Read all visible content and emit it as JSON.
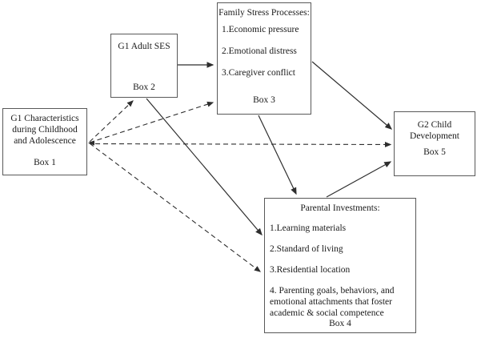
{
  "figure": {
    "background_color": "#ffffff",
    "text_color": "#1a1a1a",
    "box_border_color": "#595959",
    "arrow_color": "#2e2e2e"
  },
  "boxes": {
    "box1": {
      "title": "G1 Characteristics during Childhood and Adolescence",
      "label": "Box 1"
    },
    "box2": {
      "title": "G1 Adult SES",
      "label": "Box 2"
    },
    "box3": {
      "heading": "Family Stress Processes:",
      "items": [
        "1.Economic pressure",
        "2.Emotional distress",
        "3.Caregiver conflict"
      ],
      "label": "Box 3"
    },
    "box4": {
      "heading": "Parental Investments:",
      "items": [
        "1.Learning materials",
        "2.Standard of living",
        "3.Residential location",
        "4. Parenting goals, behaviors, and emotional attachments that foster academic & social competence"
      ],
      "label": "Box 4"
    },
    "box5": {
      "title": "G2 Child Development",
      "label": "Box 5"
    }
  },
  "edges": [
    {
      "from": "Box 2",
      "to": "Box 3",
      "style": "solid"
    },
    {
      "from": "Box 2",
      "to": "Box 4",
      "style": "solid"
    },
    {
      "from": "Box 3",
      "to": "Box 4",
      "style": "solid"
    },
    {
      "from": "Box 3",
      "to": "Box 5",
      "style": "solid"
    },
    {
      "from": "Box 4",
      "to": "Box 5",
      "style": "solid"
    },
    {
      "from": "Box 1",
      "to": "Box 2",
      "style": "dashed"
    },
    {
      "from": "Box 1",
      "to": "Box 3",
      "style": "dashed"
    },
    {
      "from": "Box 1",
      "to": "Box 5",
      "style": "dashed",
      "double_headed": true
    },
    {
      "from": "Box 1",
      "to": "Box 4",
      "style": "dashed"
    }
  ]
}
